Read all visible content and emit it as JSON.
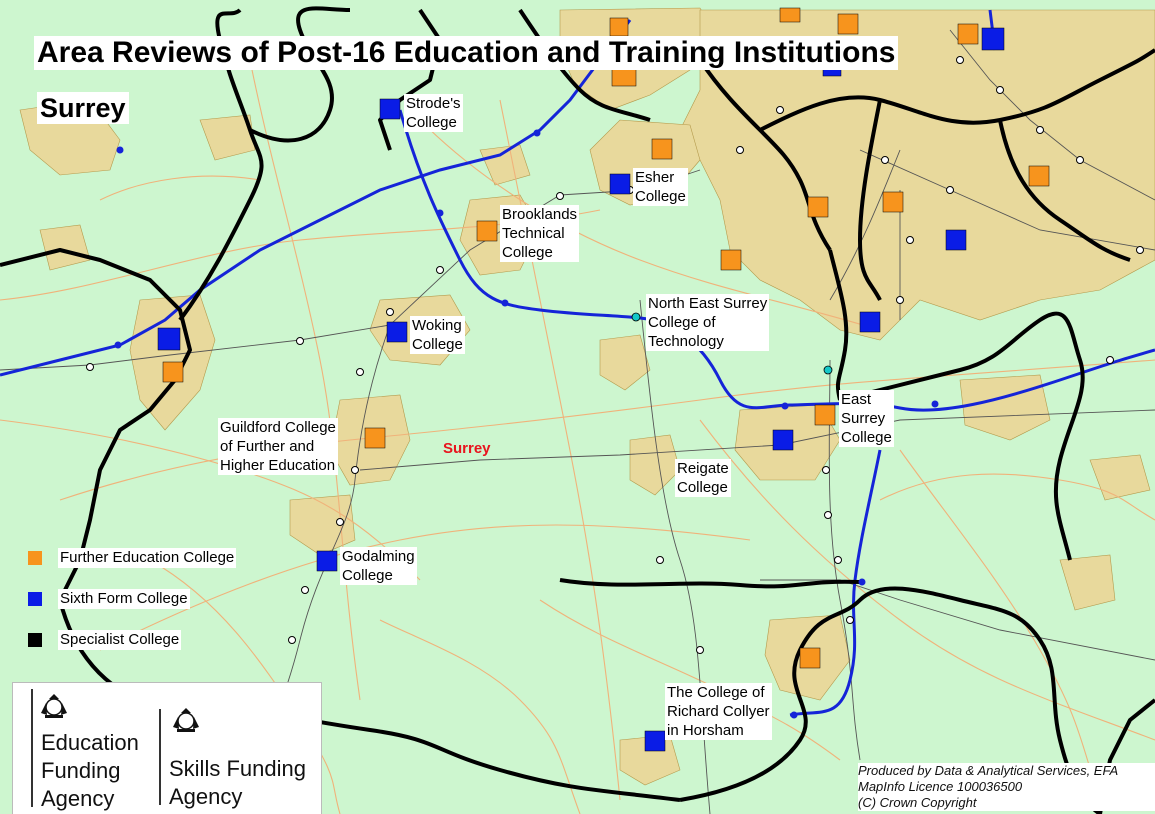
{
  "title": "Area Reviews of Post-16 Education and Training Institutions",
  "subtitle": "Surrey",
  "county_label": "Surrey",
  "colors": {
    "land": "#cdf6cf",
    "urban": "#e8d99c",
    "further_education": "#f7941d",
    "sixth_form": "#0a1ce6",
    "specialist": "#000000",
    "rivers": "#1524d8",
    "roads": "#f0b27a",
    "boundaries": "#000000",
    "county_label": "#e8141e"
  },
  "colleges": [
    {
      "name": "Strode's\nCollege",
      "type": "sixth_form"
    },
    {
      "name": "Esher\nCollege",
      "type": "sixth_form"
    },
    {
      "name": "Brooklands\nTechnical\nCollege",
      "type": "further_education"
    },
    {
      "name": "North East Surrey\nCollege of\nTechnology",
      "type": "further_education"
    },
    {
      "name": "Woking\nCollege",
      "type": "sixth_form"
    },
    {
      "name": "East\nSurrey\nCollege",
      "type": "further_education"
    },
    {
      "name": "Guildford College\nof Further and\nHigher Education",
      "type": "further_education"
    },
    {
      "name": "Reigate\nCollege",
      "type": "sixth_form"
    },
    {
      "name": "Godalming\nCollege",
      "type": "sixth_form"
    },
    {
      "name": "The College of\nRichard Collyer\nin Horsham",
      "type": "sixth_form"
    }
  ],
  "legend": [
    {
      "label": "Further Education College",
      "color": "#f7941d"
    },
    {
      "label": "Sixth Form College",
      "color": "#0a1ce6"
    },
    {
      "label": "Specialist College",
      "color": "#000000"
    }
  ],
  "logos": {
    "efa": [
      "Education",
      "Funding",
      "Agency"
    ],
    "sfa": [
      "Skills Funding",
      "Agency"
    ]
  },
  "credits": [
    "Produced by Data & Analytical Services, EFA",
    "MapInfo Licence 100036500",
    "(C) Crown Copyright"
  ]
}
